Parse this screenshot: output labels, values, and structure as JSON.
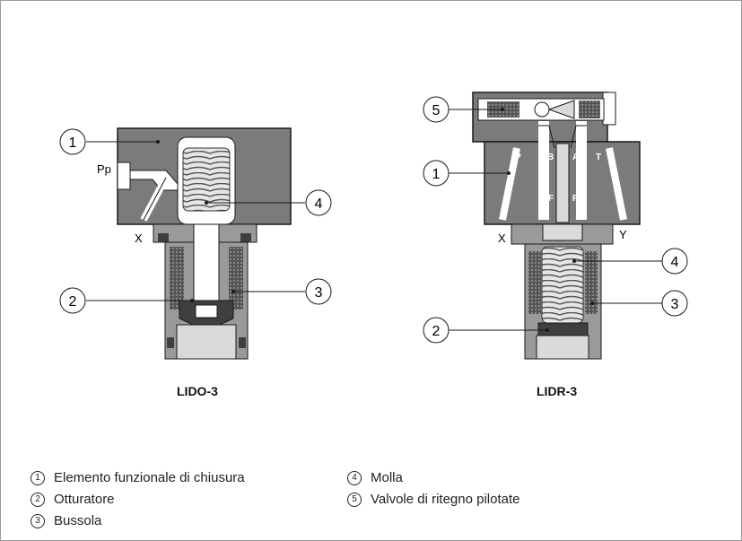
{
  "diagrams": [
    {
      "caption": "LIDO-3",
      "port_labels": {
        "pilot": "Pp",
        "x": "X"
      },
      "callouts": [
        "1",
        "2",
        "3",
        "4"
      ]
    },
    {
      "caption": "LIDR-3",
      "port_labels": {
        "p": "P",
        "b": "B",
        "a": "A",
        "t": "T",
        "f1": "F",
        "f2": "F",
        "x": "X",
        "y": "Y"
      },
      "callouts": [
        "5",
        "1",
        "2",
        "4",
        "3"
      ]
    }
  ],
  "legend": [
    {
      "num": "1",
      "text": "Elemento funzionale di chiusura"
    },
    {
      "num": "2",
      "text": "Otturatore"
    },
    {
      "num": "3",
      "text": "Bussola"
    },
    {
      "num": "4",
      "text": "Molla"
    },
    {
      "num": "5",
      "text": "Valvole di ritegno pilotate"
    }
  ],
  "colors": {
    "body": "#7b7b7b",
    "dark": "#3f3f3f",
    "light": "#dadada",
    "white": "#ffffff",
    "line": "#1a1a1a"
  }
}
